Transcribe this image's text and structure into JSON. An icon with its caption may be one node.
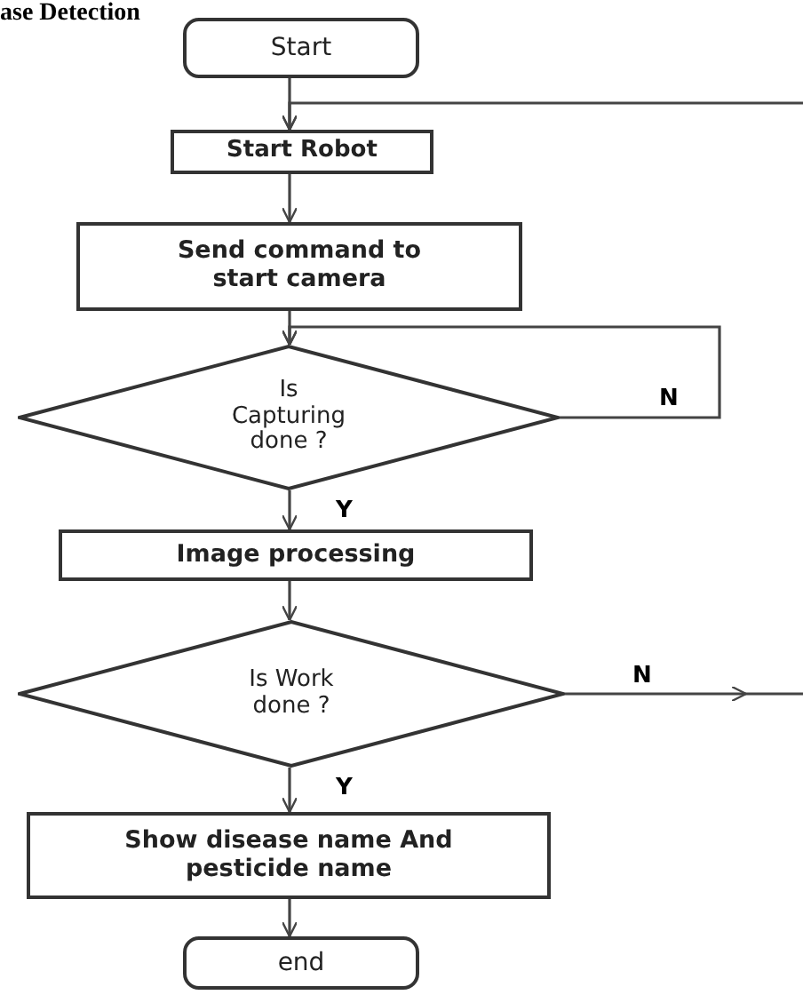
{
  "diagram": {
    "title": "ase Detection",
    "nodes": [
      {
        "text": [
          "Start"
        ]
      },
      {
        "text": [
          "Start Robot"
        ]
      },
      {
        "text": [
          "Send command to start camera"
        ]
      },
      {
        "text": [
          "Is Capturing done ?"
        ]
      },
      {
        "text": [
          "Image processing"
        ]
      },
      {
        "text": [
          "Is Work done ?"
        ]
      },
      {
        "text": [
          "Show disease name And pesticide name"
        ]
      },
      {
        "text": [
          "end"
        ]
      }
    ],
    "edges": [
      {
        "from": 0,
        "to": 1,
        "arrow": "to"
      },
      {
        "from": null,
        "to": 1,
        "arrow": "to"
      },
      {
        "from": 1,
        "to": 2,
        "arrow": "to"
      },
      {
        "from": 2,
        "to": 3,
        "arrow": "to"
      },
      {
        "from": 3,
        "to": 3,
        "label": "N",
        "arrow": "to"
      },
      {
        "from": 3,
        "to": 4,
        "label": "Y",
        "arrow": "to"
      },
      {
        "from": 4,
        "to": 5,
        "arrow": "to"
      },
      {
        "from": 5,
        "to": null,
        "label": "N",
        "arrow": "to"
      },
      {
        "from": 5,
        "to": 6,
        "label": "Y",
        "arrow": "to"
      },
      {
        "from": 6,
        "to": 7,
        "arrow": "to"
      }
    ]
  }
}
